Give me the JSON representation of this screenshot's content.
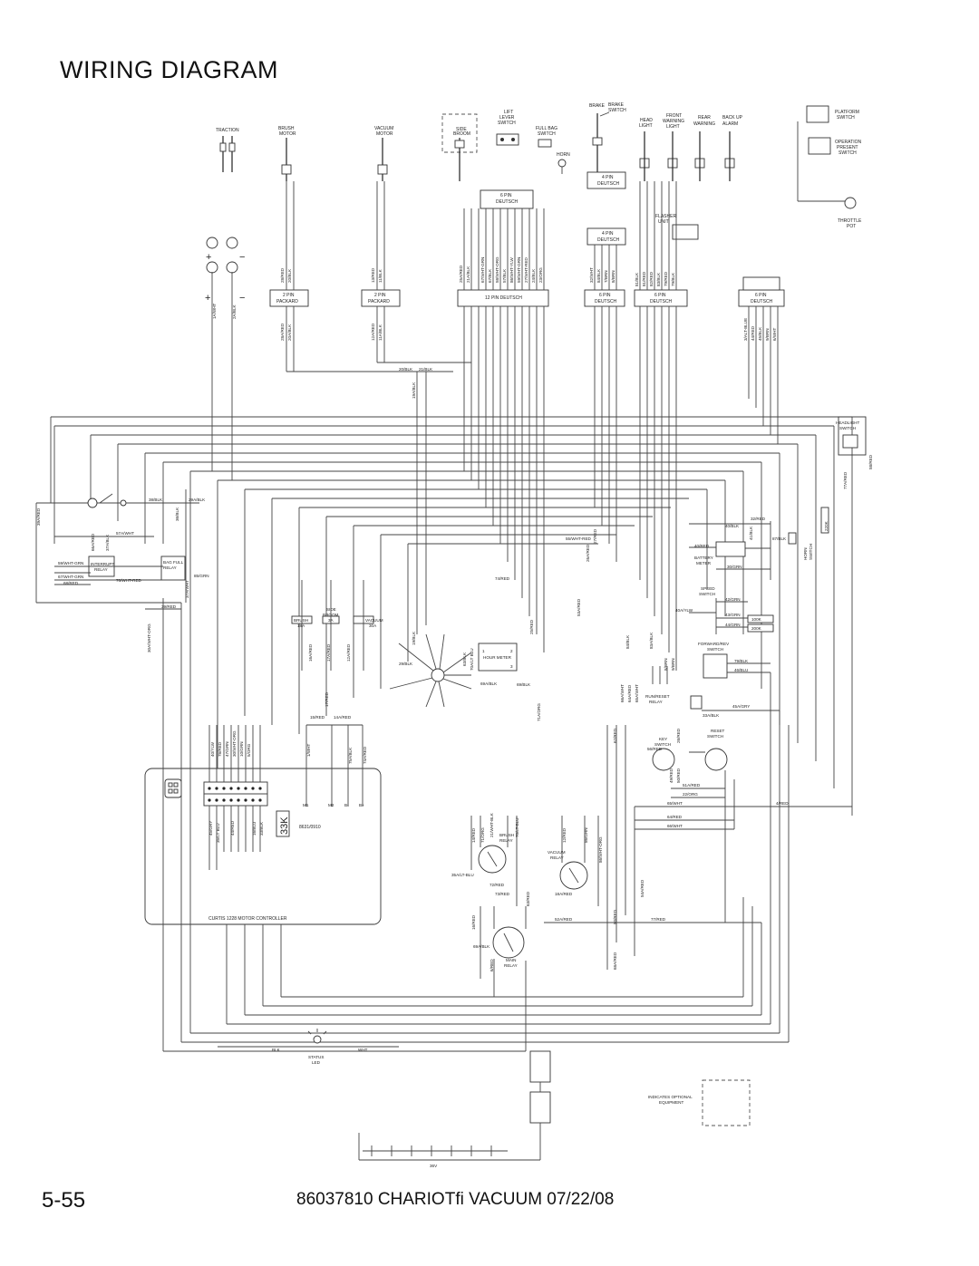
{
  "header": {
    "title": "WIRING DIAGRAM"
  },
  "footer": {
    "page_number": "5-55",
    "doc_info": "86037810 CHARIOTfi VACUUM 07/22/08"
  },
  "components": {
    "traction": "TRACTION",
    "brush_motor_1": "BRUSH",
    "brush_motor_2": "MOTOR",
    "vacuum_motor_1": "VACUUM",
    "vacuum_motor_2": "MOTOR",
    "side_broom_1": "SIDE",
    "side_broom_2": "BROOM",
    "lift_1": "LIFT",
    "lift_2": "LEVER",
    "lift_3": "SWITCH",
    "full_bag_1": "FULL BAG",
    "full_bag_2": "SWITCH",
    "horn": "HORN",
    "brake": "BRAKE",
    "brake_switch_1": "BRAKE",
    "brake_switch_2": "SWITCH",
    "head_light_1": "HEAD",
    "head_light_2": "LIGHT",
    "front_warning_1": "FRONT",
    "front_warning_2": "WARNING",
    "front_warning_3": "LIGHT",
    "rear_warning_1": "REAR",
    "rear_warning_2": "WARNING",
    "backup_alarm_1": "BACK UP",
    "backup_alarm_2": "ALARM",
    "platform_1": "PLATFORM",
    "platform_2": "SWITCH",
    "operation_1": "OPERATION",
    "operation_2": "PRESENT",
    "operation_3": "SWITCH",
    "throttle_1": "THROTTLE",
    "throttle_2": "POT",
    "flasher_1": "FLASHER",
    "flasher_2": "UNIT",
    "headlight_sw_1": "HEADLIGHT",
    "headlight_sw_2": "SWITCH",
    "battery_meter_1": "BATTERY",
    "battery_meter_2": "METER",
    "speed_sw_1": "SPEED",
    "speed_sw_2": "SWITCH",
    "forward_rev_1": "FORWARD/REV",
    "forward_rev_2": "SWITCH",
    "run_reset_1": "RUN/RESET",
    "run_reset_2": "RELAY",
    "key_sw_1": "KEY",
    "key_sw_2": "SWITCH",
    "reset_sw_1": "RESET",
    "reset_sw_2": "SWITCH",
    "horn_sw_1": "HORN",
    "horn_sw_2": "SWITCH",
    "hour_meter": "HOUR METER",
    "interrupt_1": "INTERRUPT",
    "interrupt_2": "RELAY",
    "bag_full_1": "BAG FULL",
    "bag_full_2": "RELAY",
    "brush_fuse_1": "BRUSH",
    "brush_fuse_2": "18A",
    "side_broom_fuse_1": "SIDE",
    "side_broom_fuse_2": "BROOM",
    "side_broom_fuse_3": "3A",
    "vacuum_fuse_1": "VACUUM",
    "vacuum_fuse_2": "30A",
    "brush_relay_1": "BRUSH",
    "brush_relay_2": "RELAY",
    "vacuum_relay_1": "VACUUM",
    "vacuum_relay_2": "RELAY",
    "main_relay_1": "MAIN",
    "main_relay_2": "RELAY",
    "status_led_1": "STATUS",
    "status_led_2": "LED",
    "controller": "CURTIS 1228 MOTOR CONTROLLER",
    "controller_part": "8631/0910",
    "k33": "33K",
    "battery_voltage": "36V",
    "optional_1": "INDICATES OPTIONAL",
    "optional_2": "EQUIPMENT",
    "deutsch_6pin_top": "6 PIN",
    "deutsch_6pin_top_2": "DEUTSCH",
    "deutsch_4pin_a": "4 PIN",
    "deutsch_4pin_a_2": "DEUTSCH",
    "deutsch_4pin_b": "4 PIN",
    "deutsch_4pin_b_2": "DEUTSCH",
    "packard_a": "2 PIN",
    "packard_a_2": "PACKARD",
    "packard_b": "2 PIN",
    "packard_b_2": "PACKARD",
    "deutsch_12pin": "12 PIN DEUTSCH",
    "deutsch_6pin_c": "6 PIN",
    "deutsch_6pin_c_2": "DEUTSCH",
    "deutsch_6pin_d": "6 PIN",
    "deutsch_6pin_d_2": "DEUTSCH",
    "deutsch_6pin_e": "6 PIN",
    "deutsch_6pin_e_2": "DEUTSCH",
    "r100k": "100K",
    "r200k": "200K",
    "r220k": "220K",
    "blk": "BLK",
    "wht": "WHT",
    "m1": "M1",
    "m2": "M2",
    "bminus": "B-",
    "bplus": "B+"
  },
  "wire_labels": {
    "w1awht": "1A/WHT",
    "w2ablk": "2A/BLK",
    "w28red": "28/RED",
    "w20blk": "20/BLK",
    "w28ared": "28A/RED",
    "w20ablk": "20A/BLK",
    "w13red": "13/RED",
    "w11blk": "11/BLK",
    "w12ared": "12A/RED",
    "w11ablk": "11A/BLK",
    "w25ared": "25A/RED",
    "w21ablk": "21A/BLK",
    "w67wg": "67/WHT-GRN",
    "w67blk": "67/BLK",
    "w58wo": "58/WHT-ORG",
    "w57blk": "57/BLK",
    "w86wy": "86/WHT-YLW",
    "w59wg": "59/WHT-GRN",
    "w27wr": "27/WHT-RED",
    "w24blk": "24/BLK",
    "w23org": "23/ORG",
    "w32wht": "32/WHT",
    "w84blk": "84/BLK",
    "w7brn": "7/BRN",
    "w8brn": "8/BRN",
    "w81blk": "81/BLK",
    "w81red": "81/RED",
    "w82red": "82/RED",
    "w83blk": "83/BLK",
    "w79red": "79/RED",
    "w79blk": "79/BLK",
    "w3altblue": "3/ALT-BLUE",
    "w44red": "44/RED",
    "w45blk": "45/BLK",
    "w9brn": "9/BRN",
    "w6wht": "6/WHT",
    "w20blk2": "20/BLK",
    "w21blk": "21/BLK",
    "w19ablk": "19A/BLK",
    "w39ared": "39A/RED",
    "w38blk": "38/BLK",
    "w29ablk": "29A/BLK",
    "w36blk": "36/BLK",
    "w57awht": "57A/WHT",
    "w59wg2": "59/WHT-GRN",
    "w67wg2": "67/WHT-GRN",
    "w68red": "68/RED",
    "w76wr": "76/WHT-RED",
    "w85grn": "85/GRN",
    "w39red": "39/RED",
    "w30awo": "30A/WHT-ORG",
    "w55wr": "55/WHT-RED",
    "w74red": "74/RED",
    "w40blk": "40/BLK",
    "w40red": "40/RED",
    "w32red": "32/RED",
    "w30grn": "30/GRN",
    "w42grn": "42/GRN",
    "w43grn": "43/GRN",
    "w44grn": "44/GRN",
    "w40aylw": "40A/YLW",
    "w46blu": "46/BLU",
    "w45agry": "45A/GRY",
    "w33ablk": "33A/BLK",
    "w56red": "56/RED",
    "w51ared": "51A/RED",
    "w22org": "22/ORG",
    "w65wht": "65/WHT",
    "w64red": "64/RED",
    "w66wht": "66/WHT",
    "w4red": "4/RED",
    "w77red": "77/RED",
    "w52ared": "52A/RED",
    "w73red": "73/RED",
    "w72red": "72/RED",
    "w18ared": "18A/RED",
    "w69ablk": "69A/BLK",
    "w35alt": "35A/LT-BLU",
    "w15red": "15/RED",
    "w14ared": "14A/RED",
    "w17red": "17/RED",
    "w29blk": "29/BLK",
    "w69ablk2": "69A/BLK",
    "w40ylw": "40/YLW",
    "w78red": "78/RED",
    "w47grn": "47/GRN",
    "w30wo": "30/WHT-ORG",
    "w10grn": "10/GRN",
    "w5org": "5/ORG",
    "w1wht": "1/WHT",
    "w75ablk": "75A/BLK",
    "w74ared": "74A/RED",
    "w45gry": "45/GRY",
    "w35altblu": "35/LT BLU",
    "w44red2": "44/RED",
    "w16blu": "16/BLU",
    "w33blk": "33/BLK",
    "w14red": "14/RED",
    "w71org": "71/ORG",
    "w21wb": "21/WHT-BLK",
    "w70lt": "70/LT-BLU",
    "w12red": "12/RED",
    "w86grn": "86/GRN",
    "w86wo": "86/WHT-ORG",
    "w16red": "16/RED",
    "w6red": "6/RED",
    "w63red": "63/RED",
    "w68ared": "68A/RED",
    "w80red": "80/RED",
    "w60red": "60/RED",
    "w54ared": "54A/RED",
    "w77ared": "77A/RED",
    "w58red": "58/RED",
    "w26red": "26/RED",
    "w62red": "62/RED",
    "w49red": "49/RED",
    "w50red": "50/RED",
    "w33bk": "33/BLK",
    "w84blk2": "84/BLK",
    "w83ablk": "83A/BLK",
    "w8brn2": "8/BRN",
    "w9brn2": "9/BRN",
    "w66awht": "66A/WHT",
    "w64ared": "64A/RED",
    "w65awht": "65A/WHT",
    "w53ared": "53A/RED",
    "w71aorg": "71A/ORG",
    "w69blk": "69/BLK",
    "w26ared": "26A/RED",
    "w27ared": "27/RED",
    "w70alt": "70A/LT BLU",
    "w63blk": "63/BLK",
    "w15red2": "15/RED",
    "w25red": "25/RED",
    "w19blk": "19/BLK",
    "w87blk": "87/BLK",
    "w41blk": "41/BLK",
    "w78blk": "78/BLK",
    "w16ared": "16A/RED",
    "w17ared": "17A/RED",
    "w12ared2": "12A/RED",
    "w8blk": "8/BLK",
    "w12blk": "12/BLK",
    "w55red": "55/RED",
    "w37awht": "37A/WHT",
    "w37ablk": "37A/BLK",
    "w66ared": "66A/RED"
  }
}
